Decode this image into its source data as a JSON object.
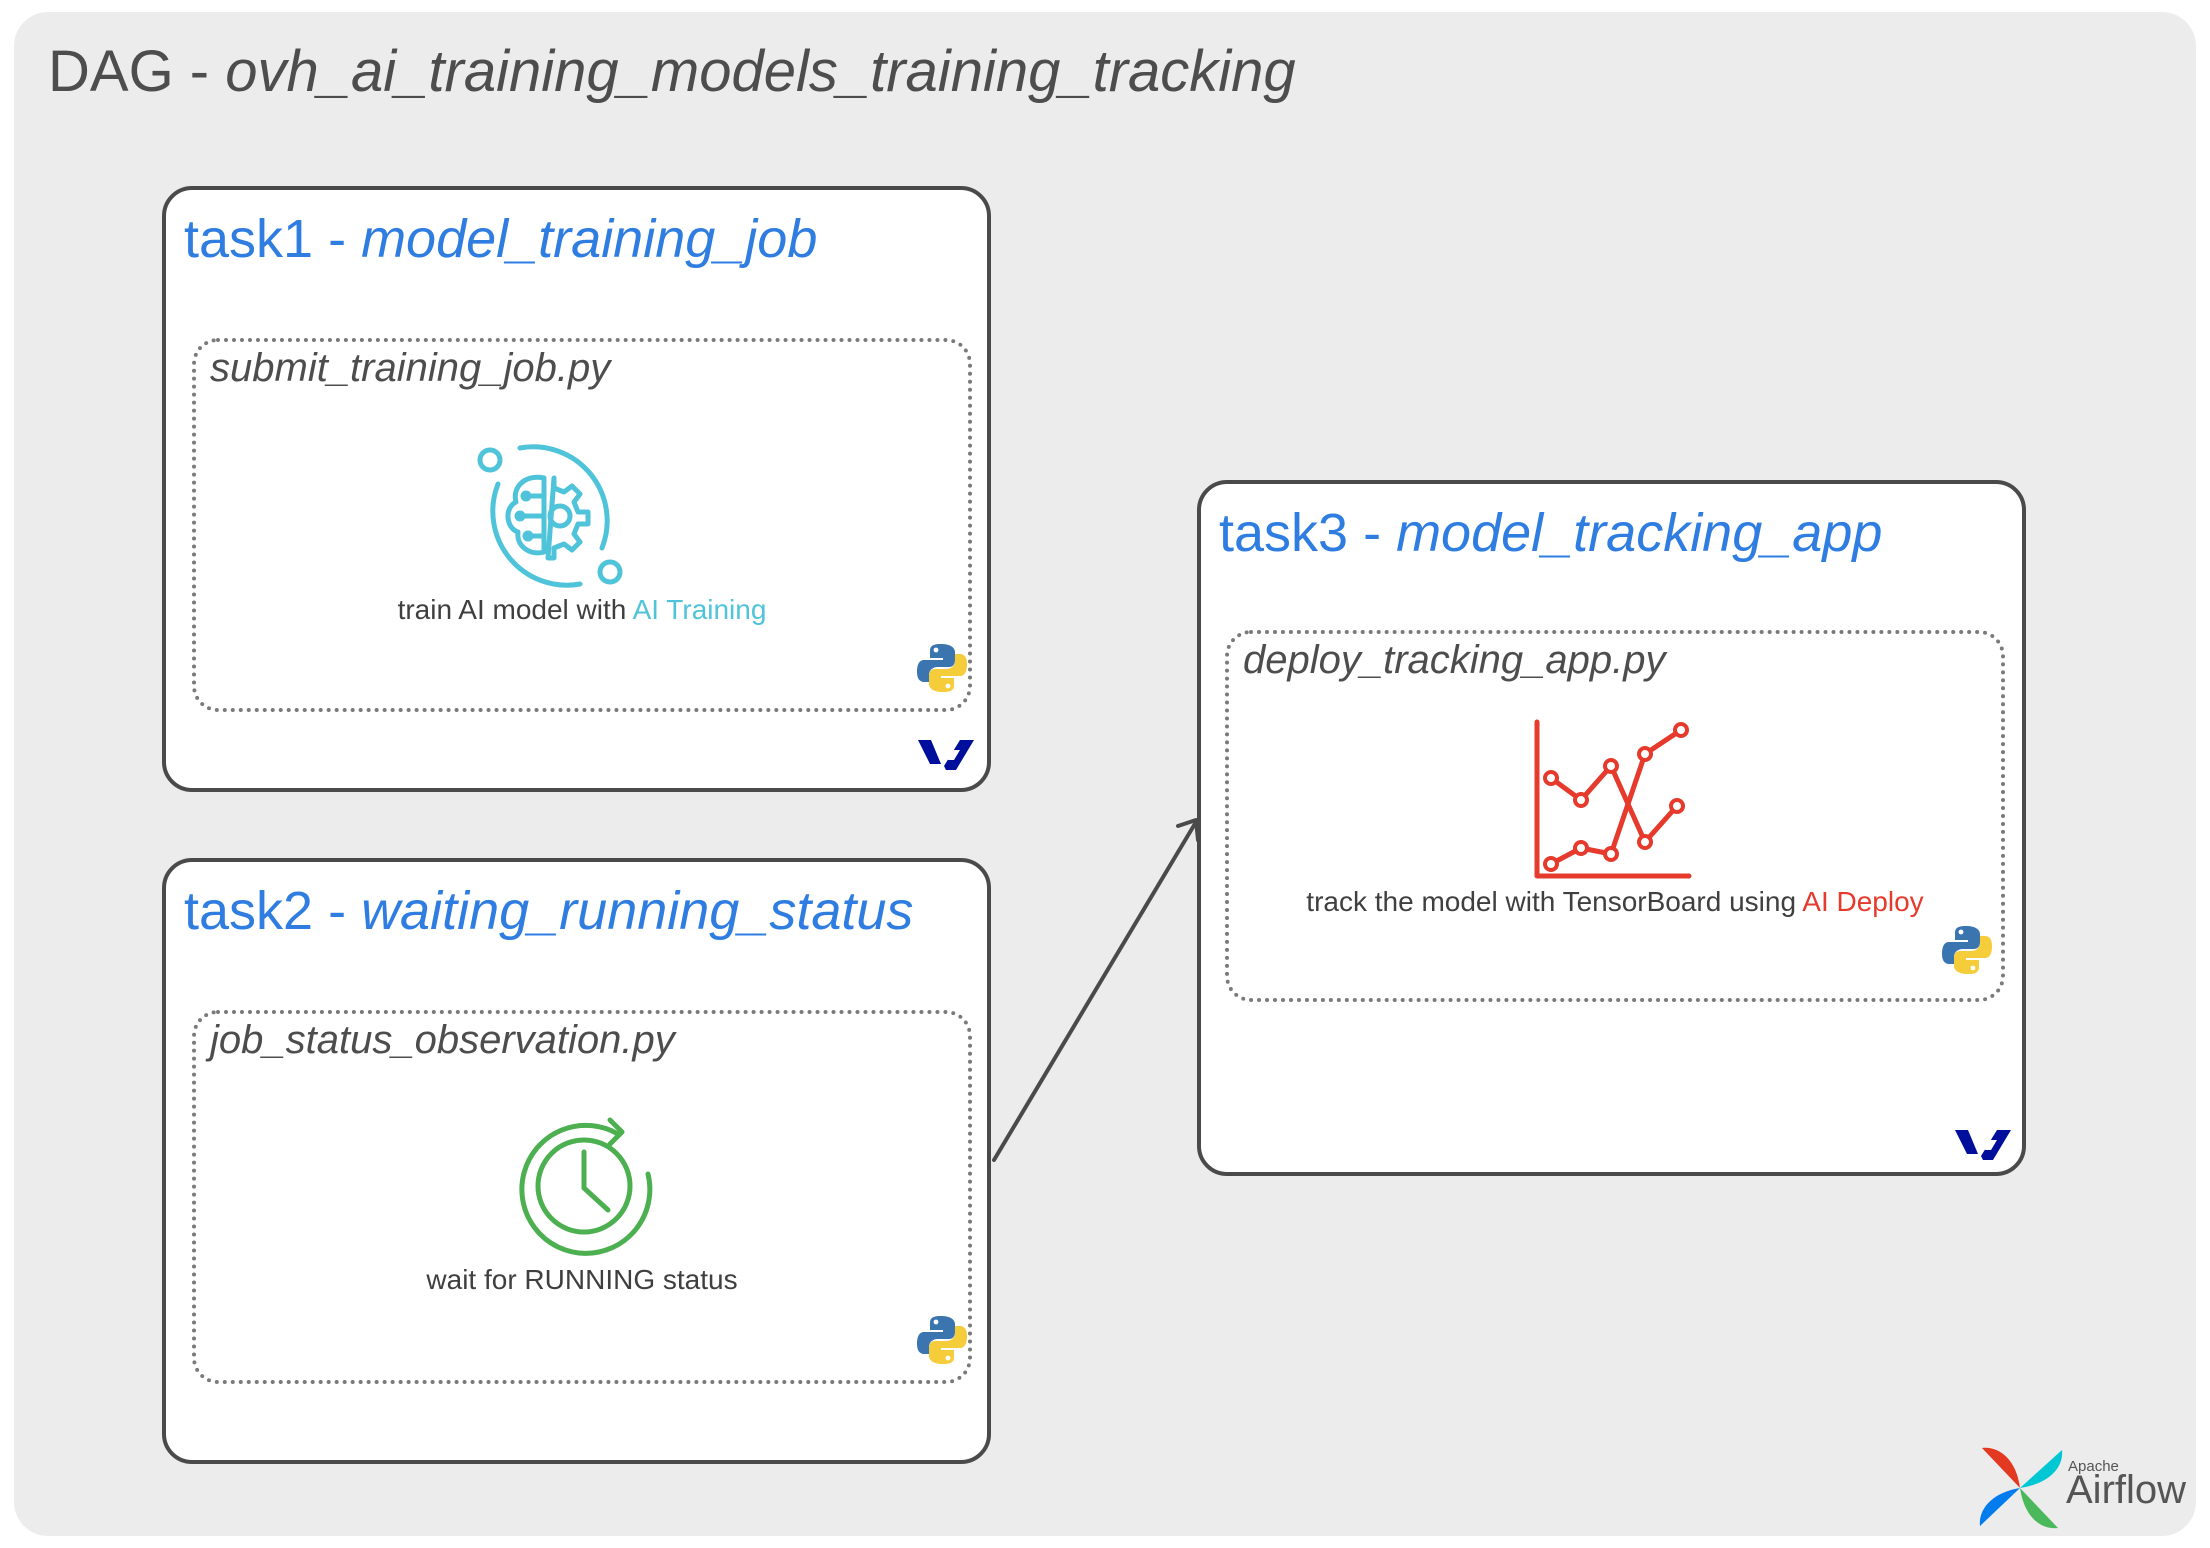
{
  "dag": {
    "prefix": "DAG - ",
    "name": "ovh_ai_training_models_training_tracking"
  },
  "tasks": [
    {
      "prefix": "task1 - ",
      "name": "model_training_job",
      "script": "submit_training_job.py",
      "caption_text": "train AI model with ",
      "caption_highlight": "AI Training",
      "icon": "brain-gear-icon"
    },
    {
      "prefix": "task2 - ",
      "name": "waiting_running_status",
      "script": "job_status_observation.py",
      "caption_text": "wait for RUNNING status",
      "caption_highlight": "",
      "icon": "clock-refresh-icon"
    },
    {
      "prefix": "task3 - ",
      "name": "model_tracking_app",
      "script": "deploy_tracking_app.py",
      "caption_text": "track the model with TensorBoard using ",
      "caption_highlight": "AI Deploy",
      "icon": "line-chart-icon"
    }
  ],
  "logo": {
    "small": "Apache",
    "big": "Airflow"
  },
  "colors": {
    "task_title": "#2f7de1",
    "ai_training": "#4fc3d9",
    "ai_deploy": "#e53a2c",
    "status_icon": "#4caf50",
    "ovh_blue": "#000e9c"
  }
}
